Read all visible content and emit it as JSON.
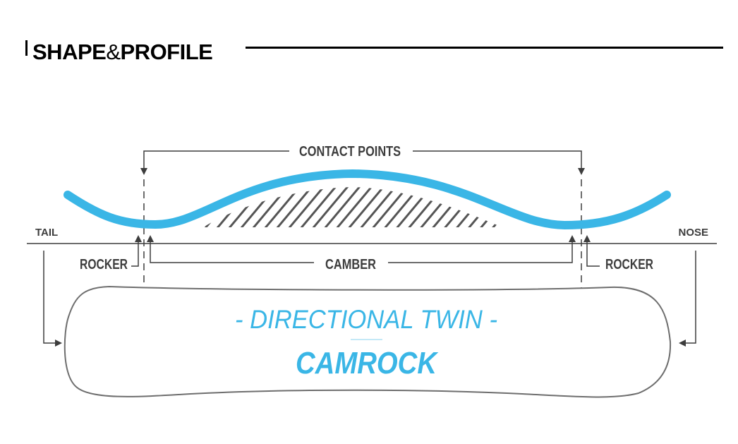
{
  "header": {
    "title_left": "SHAPE",
    "title_amp": "&",
    "title_right": "PROFILE"
  },
  "labels": {
    "contact_points": "CONTACT POINTS",
    "tail": "TAIL",
    "nose": "NOSE",
    "rocker_left": "ROCKER",
    "camber": "CAMBER",
    "rocker_right": "ROCKER",
    "shape": "- DIRECTIONAL TWIN -",
    "profile": "CAMROCK"
  },
  "colors": {
    "accent": "#3ab6e6",
    "line": "#3d3d3d",
    "outline": "#6e6e6e",
    "hatch": "#555555"
  },
  "icons": [
    "arrow-down-icon",
    "arrow-up-icon",
    "arrow-right-icon",
    "arrow-left-icon"
  ]
}
